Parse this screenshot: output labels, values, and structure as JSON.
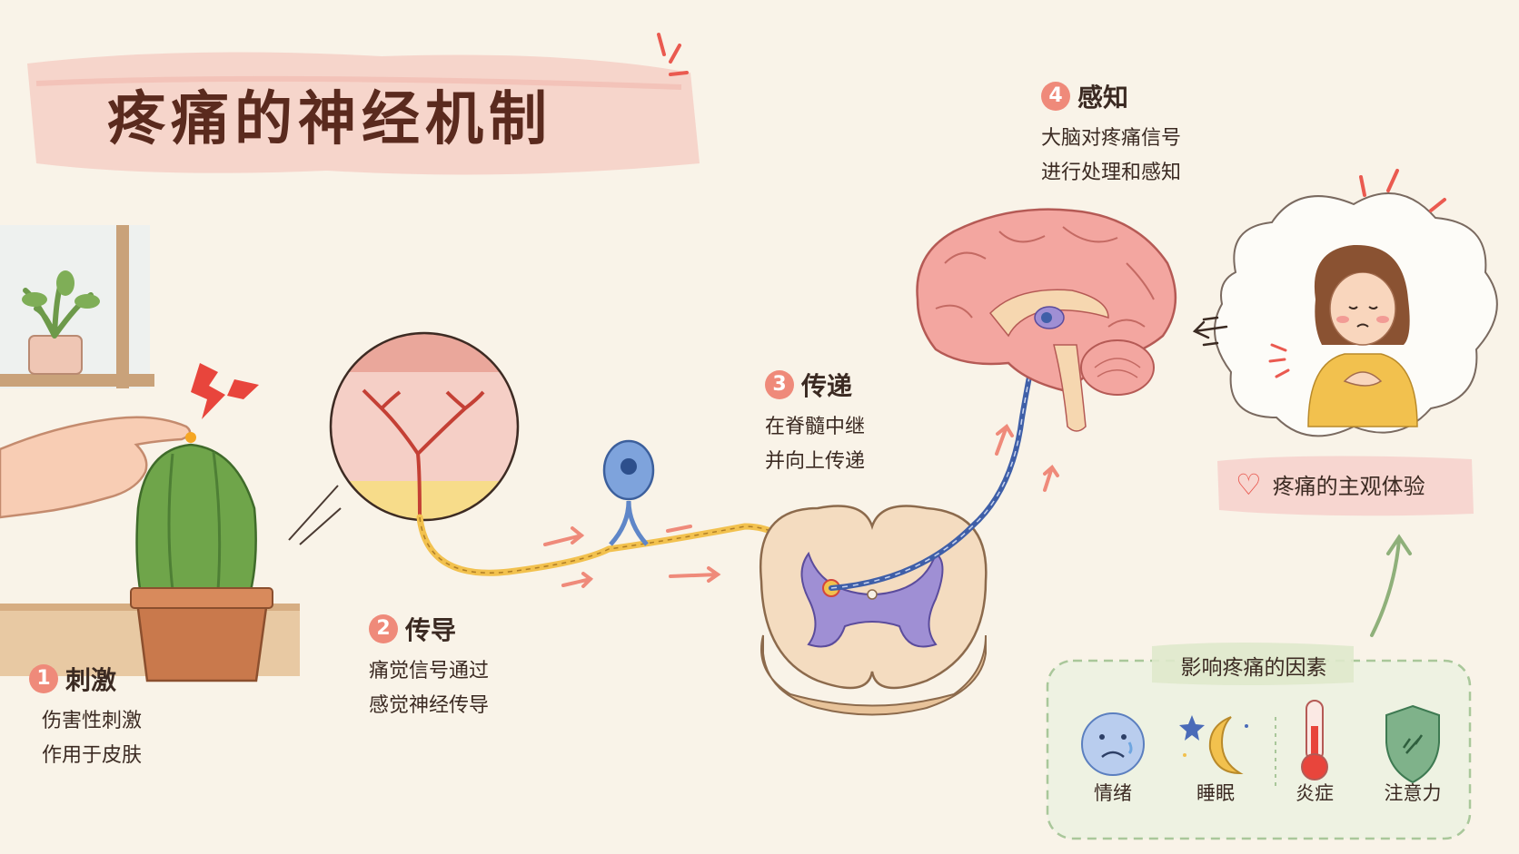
{
  "title": "疼痛的神经机制",
  "steps": [
    {
      "num": "1",
      "heading": "刺激",
      "lines": [
        "伤害性刺激",
        "作用于皮肤"
      ]
    },
    {
      "num": "2",
      "heading": "传导",
      "lines": [
        "痛觉信号通过",
        "感觉神经传导"
      ]
    },
    {
      "num": "3",
      "heading": "传递",
      "lines": [
        "在脊髓中继",
        "并向上传递"
      ]
    },
    {
      "num": "4",
      "heading": "感知",
      "lines": [
        "大脑对疼痛信号",
        "进行处理和感知"
      ]
    }
  ],
  "experience_tag": "疼痛的主观体验",
  "factors": {
    "title": "影响疼痛的因素",
    "items": [
      {
        "label": "情绪",
        "icon": "sad-face-icon"
      },
      {
        "label": "睡眠",
        "icon": "moon-stars-icon"
      },
      {
        "label": "炎症",
        "icon": "thermometer-icon"
      },
      {
        "label": "注意力",
        "icon": "shield-icon"
      }
    ]
  },
  "colors": {
    "background": "#f9f3e8",
    "accent": "#ef8a7a",
    "nerve_yellow": "#f2c14e",
    "nerve_blue": "#3f5fa8",
    "brain_pink": "#f3a6a0",
    "factor_border": "#a9c79a"
  }
}
